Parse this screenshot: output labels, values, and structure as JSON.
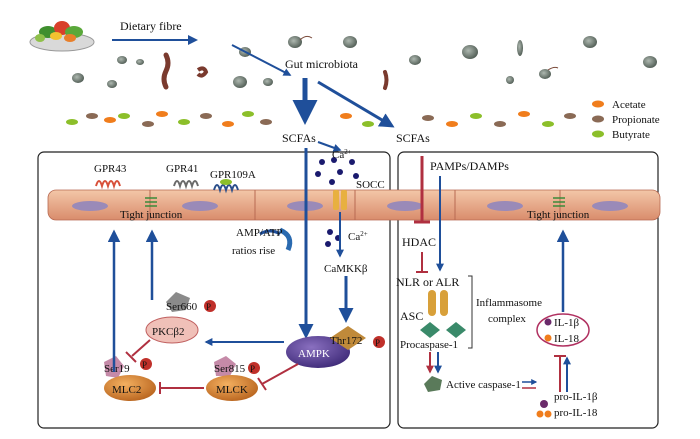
{
  "labels": {
    "dietary_fibre": "Dietary fibre",
    "gut_microbiota": "Gut microbiota",
    "scfas_left": "SCFAs",
    "scfas_right": "SCFAs",
    "gpr43": "GPR43",
    "gpr41": "GPR41",
    "gpr109a": "GPR109A",
    "tight_junction_left": "Tight junction",
    "tight_junction_right": "Tight junction",
    "ca_top": "Ca",
    "ca_mid": "Ca",
    "ca_superscript": "2+",
    "socc": "SOCC",
    "amp_atp": "AMP/ATP",
    "ratios_rise": "ratios rise",
    "camkkb": "CaMKKβ",
    "ser660": "Ser660",
    "p": "P",
    "pkcb2": "PKCβ2",
    "thr172": "Thr172",
    "ampk": "AMPK",
    "ser19": "Ser19",
    "mlc2": "MLC2",
    "ser815": "Ser815",
    "mlck": "MLCK",
    "pamps_damps": "PAMPs/DAMPs",
    "hdac": "HDAC",
    "nlr_or_alr": "NLR or ALR",
    "inflammasome": "Inflammasome",
    "complex": "complex",
    "asc": "ASC",
    "procaspase1": "Procaspase-1",
    "active_caspase1": "Active caspase-1",
    "il1b": "IL-1β",
    "il18": "IL-18",
    "pro_il1b": "pro-IL-1β",
    "pro_il18": "pro-IL-18"
  },
  "legend": [
    {
      "label": "Acetate",
      "color": "#f07d1c"
    },
    {
      "label": "Propionate",
      "color": "#8a6a55"
    },
    {
      "label": "Butyrate",
      "color": "#8cbf2a"
    }
  ],
  "colors": {
    "arrow_blue": "#1f4f9a",
    "inhibit_red": "#b03040",
    "membrane": "#e8a88a",
    "ampk": "#6a4fa0",
    "orange_protein": "#d87a2a",
    "ca_dot": "#1a1a6e"
  }
}
